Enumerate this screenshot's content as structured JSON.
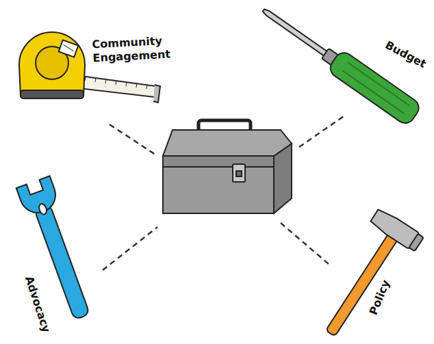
{
  "diagram": {
    "labels": [
      "Community Engagement",
      "Budget",
      "Advocacy",
      "Policy"
    ]
  }
}
